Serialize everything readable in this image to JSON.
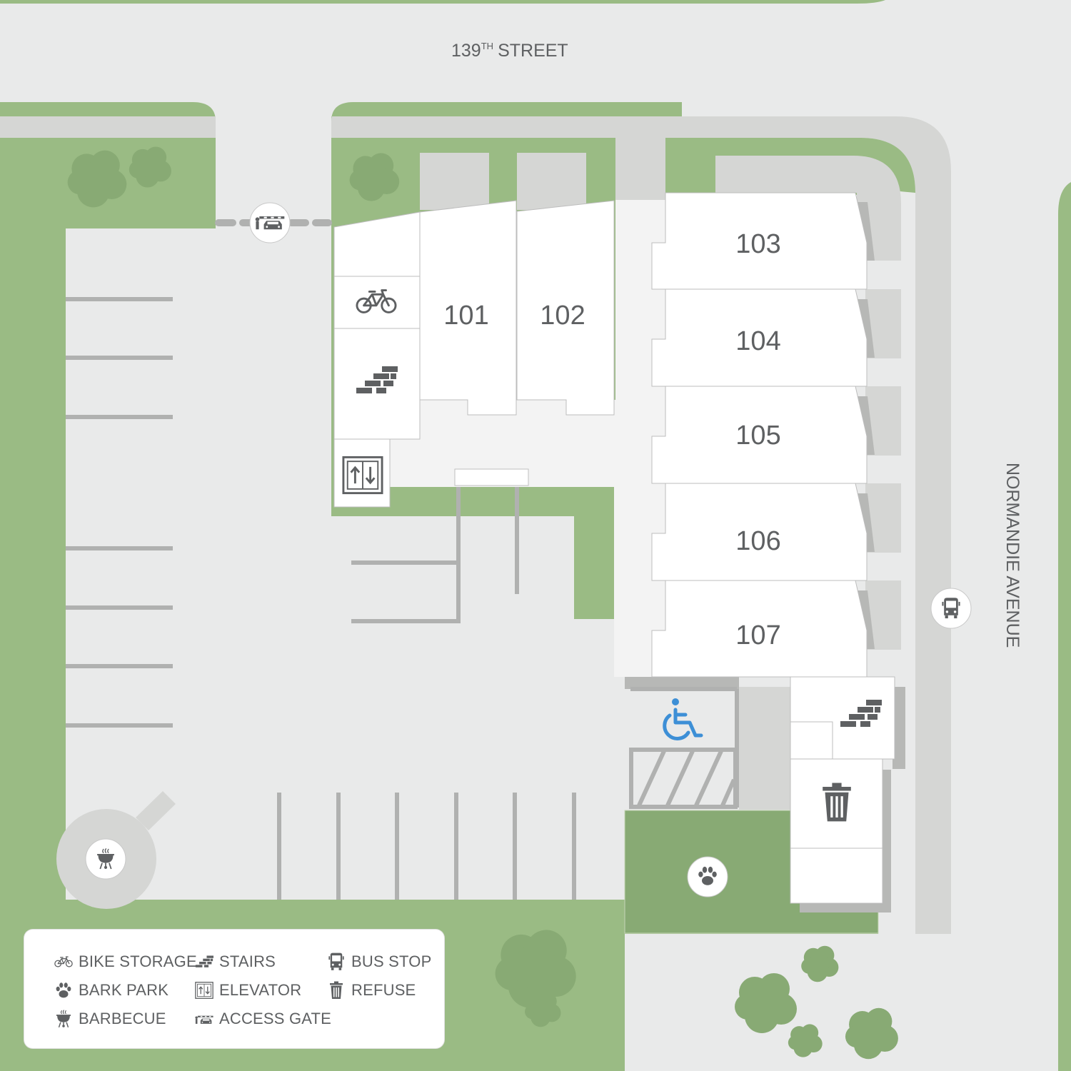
{
  "streets": {
    "north": {
      "name": "139",
      "suffix": "TH",
      "type": "STREET"
    },
    "east": {
      "name": "NORMANDIE AVENUE"
    }
  },
  "units": [
    "101",
    "102",
    "103",
    "104",
    "105",
    "106",
    "107"
  ],
  "map_icons": [
    "access-gate-icon",
    "bike-storage-icon",
    "stairs-icon",
    "elevator-icon",
    "accessible-parking-icon",
    "bus-stop-icon",
    "barbecue-icon",
    "bark-park-icon",
    "refuse-icon"
  ],
  "legend": {
    "items": [
      {
        "icon": "bike-icon",
        "label": "BIKE STORAGE"
      },
      {
        "icon": "paw-icon",
        "label": "BARK PARK"
      },
      {
        "icon": "grill-icon",
        "label": "BARBECUE"
      },
      {
        "icon": "stairs-icon",
        "label": "STAIRS"
      },
      {
        "icon": "elevator-icon",
        "label": "ELEVATOR"
      },
      {
        "icon": "gate-icon",
        "label": "ACCESS GATE"
      },
      {
        "icon": "bus-icon",
        "label": "BUS STOP"
      },
      {
        "icon": "trash-icon",
        "label": "REFUSE"
      }
    ]
  },
  "colors": {
    "grass": "#9abb84",
    "grass_dark": "#88aa74",
    "pavement": "#e9eaea",
    "sidewalk": "#d5d6d4",
    "building": "#ffffff",
    "corridor": "#f3f3f3",
    "shadow": "#b7b8b6",
    "icon": "#5e6062",
    "accessible": "#3d8fd6"
  }
}
